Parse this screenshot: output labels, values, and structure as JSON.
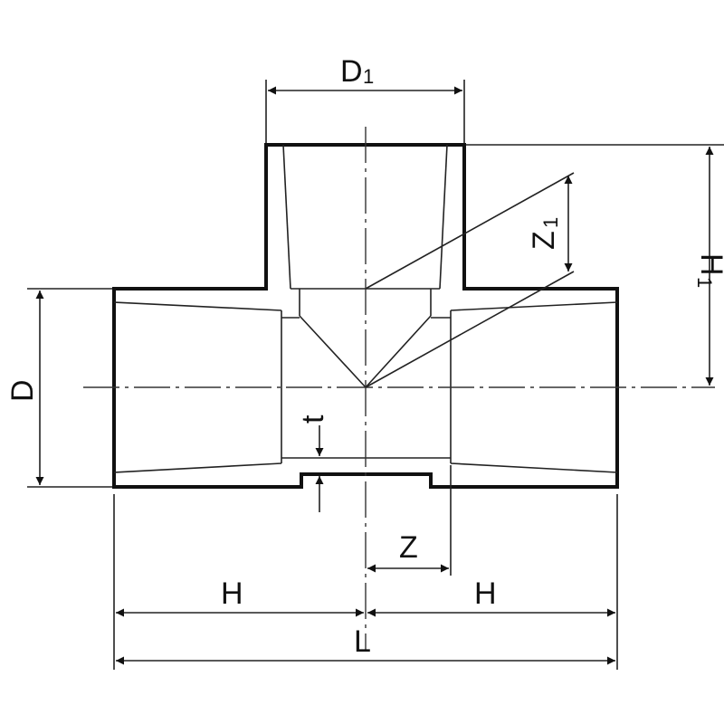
{
  "diagram": {
    "labels": {
      "d1": {
        "main": "D",
        "sub": "1"
      },
      "h1": {
        "main": "H",
        "sub": "1"
      },
      "z1": {
        "main": "Z",
        "sub": "1"
      },
      "d": "D",
      "t": "t",
      "z": "Z",
      "h_left": "H",
      "h_right": "H",
      "l": "L"
    }
  }
}
